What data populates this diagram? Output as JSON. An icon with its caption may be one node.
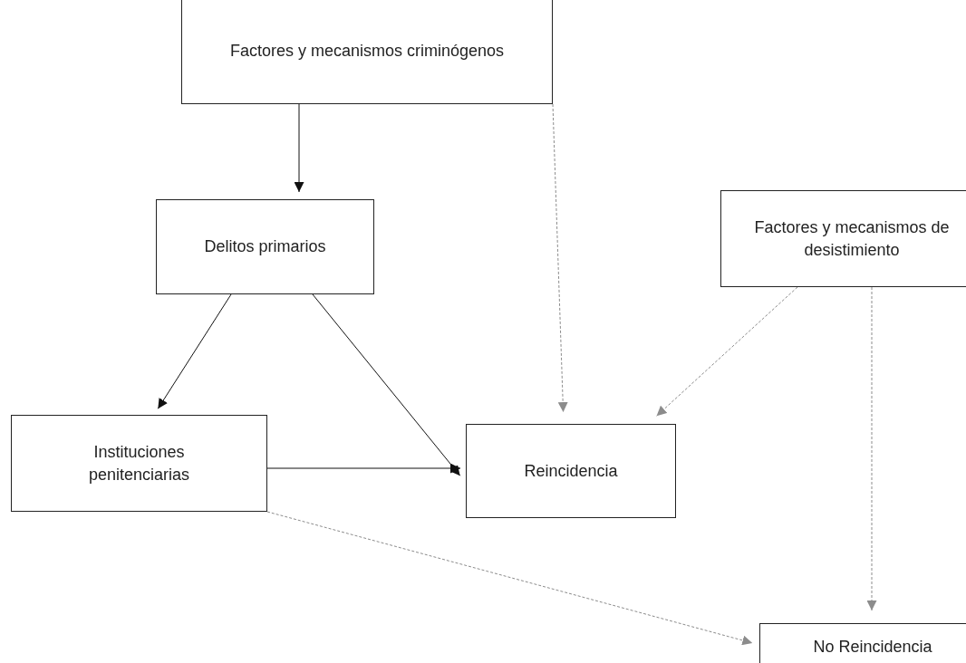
{
  "diagram": {
    "nodes": [
      {
        "text": [
          "Factores y mecanismos criminógenos"
        ]
      },
      {
        "text": [
          "Delitos primarios"
        ]
      },
      {
        "text": [
          "Factores y mecanismos de desistimiento"
        ]
      },
      {
        "text": [
          "Instituciones penitenciarias"
        ]
      },
      {
        "text": [
          "Reincidencia"
        ]
      },
      {
        "text": [
          "No Reincidencia"
        ]
      }
    ],
    "edges": [
      {
        "from": 0,
        "to": 1,
        "arrow": "to"
      },
      {
        "from": 0,
        "to": 4,
        "arrow": "to",
        "style": "dashed",
        "color": "#8c8c8c"
      },
      {
        "from": 1,
        "to": 3,
        "arrow": "to"
      },
      {
        "from": 1,
        "to": 4,
        "arrow": "to"
      },
      {
        "from": 2,
        "to": 4,
        "arrow": "to",
        "style": "dashed",
        "color": "#8c8c8c"
      },
      {
        "from": 2,
        "to": 5,
        "arrow": "to",
        "style": "dashed",
        "color": "#8c8c8c"
      },
      {
        "from": 3,
        "to": 4,
        "arrow": "to"
      },
      {
        "from": 3,
        "to": 5,
        "arrow": "to",
        "style": "dashed",
        "color": "#8c8c8c"
      }
    ]
  }
}
